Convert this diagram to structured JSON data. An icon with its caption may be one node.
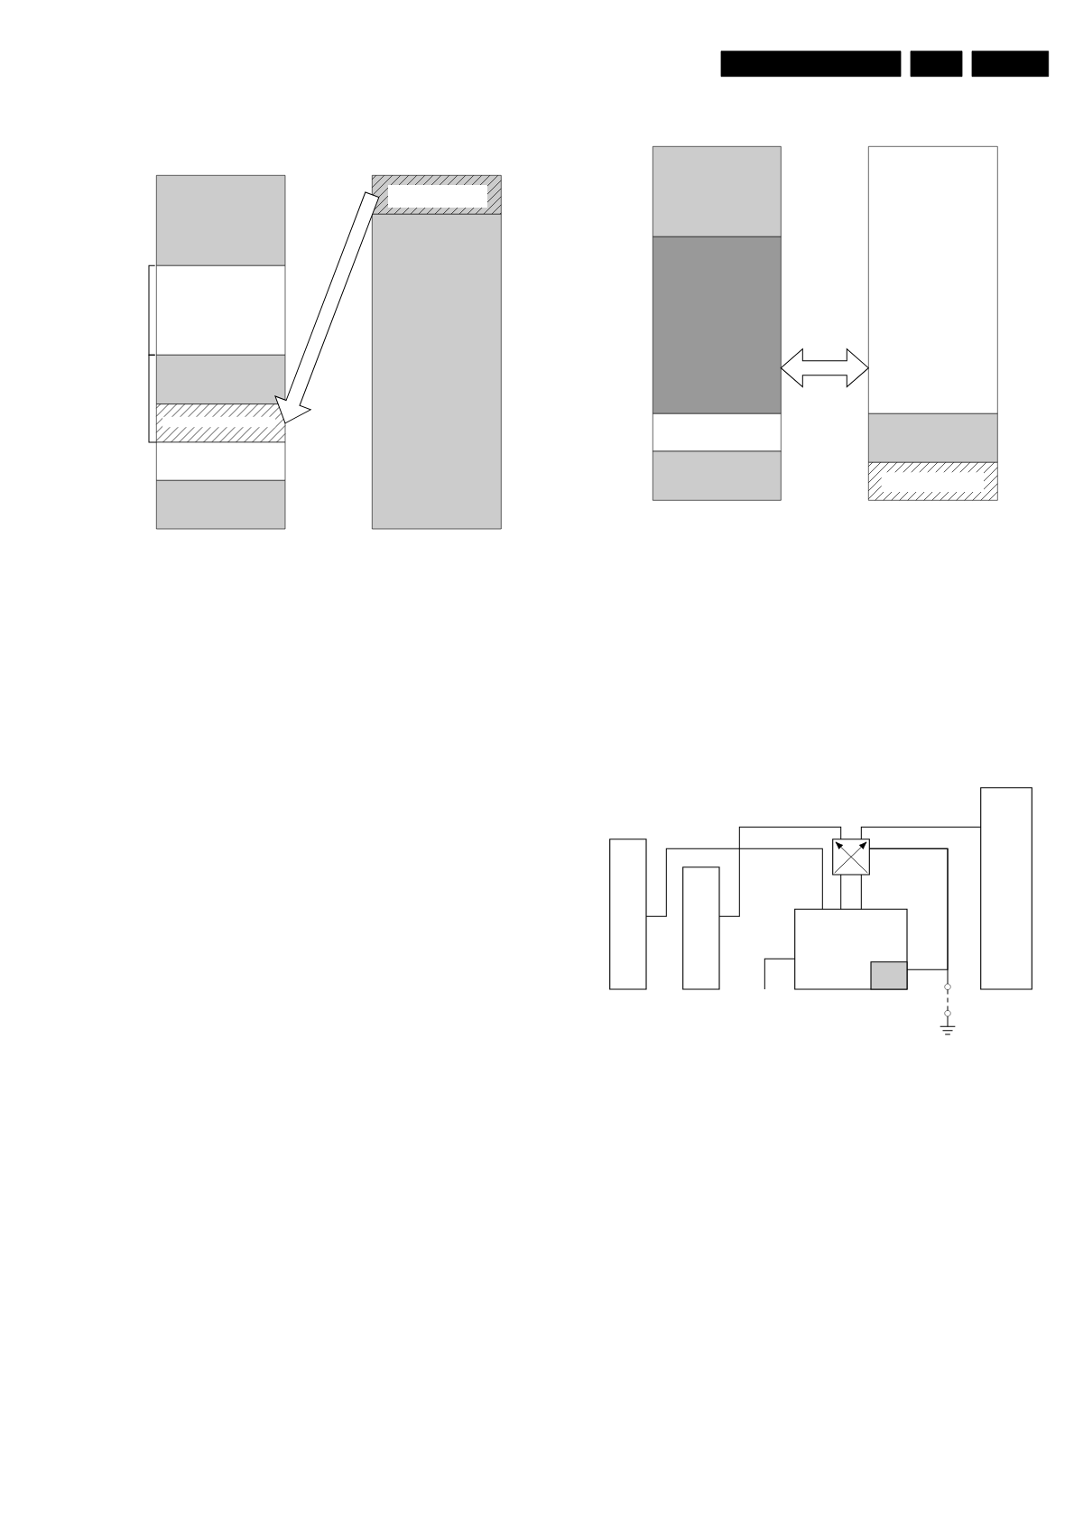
{
  "diagram": {
    "nodes": [
      {
        "text": [],
        "shape": "bar"
      },
      {
        "text": [],
        "shape": "bar"
      },
      {
        "text": [],
        "shape": "bar"
      },
      {
        "text": [],
        "shape": "box"
      },
      {
        "text": [],
        "shape": "box"
      },
      {
        "text": [],
        "shape": "box"
      },
      {
        "text": [],
        "shape": "box"
      },
      {
        "text": [],
        "shape": "box",
        "in": 6
      },
      {
        "text": [],
        "shape": "box"
      },
      {
        "text": [],
        "shape": "box"
      },
      {
        "text": [],
        "shape": "box"
      },
      {
        "text": [],
        "shape": "box",
        "in": 10
      },
      {
        "text": [],
        "shape": "box"
      },
      {
        "text": [],
        "shape": "box"
      },
      {
        "text": [],
        "shape": "box"
      },
      {
        "text": [],
        "shape": "box"
      },
      {
        "text": [],
        "shape": "box"
      },
      {
        "text": [],
        "shape": "box"
      },
      {
        "text": [],
        "shape": "box"
      },
      {
        "text": [],
        "shape": "box"
      },
      {
        "text": [],
        "shape": "box",
        "in": 19
      },
      {
        "text": [],
        "shape": "box"
      },
      {
        "text": [],
        "shape": "box"
      },
      {
        "text": [],
        "shape": "box"
      },
      {
        "text": [],
        "shape": "box"
      },
      {
        "text": [],
        "shape": "box",
        "in": 23
      },
      {
        "text": [],
        "shape": "circle"
      },
      {
        "text": [],
        "shape": "circle"
      },
      {
        "text": [],
        "shape": "ground"
      },
      {
        "text": [],
        "shape": "box"
      }
    ],
    "edges": [
      {
        "from": 10,
        "to": 6,
        "arrow": "to",
        "style": "thick"
      },
      {
        "from": 14,
        "to": 17,
        "arrow": "both",
        "style": "thick"
      },
      {
        "from": 21,
        "to": 23,
        "arrow": "none"
      },
      {
        "from": 22,
        "to": 24,
        "arrow": "none"
      },
      {
        "from": 24,
        "to": 23,
        "arrow": "none"
      },
      {
        "from": 24,
        "to": 23,
        "arrow": "none"
      },
      {
        "from": 24,
        "to": 29,
        "arrow": "none"
      },
      {
        "from": 24,
        "to": 25,
        "arrow": "none"
      },
      {
        "from": 24,
        "to": 26,
        "arrow": "none"
      },
      {
        "from": 26,
        "to": 27,
        "arrow": "none",
        "style": "dashed"
      },
      {
        "from": 27,
        "to": 28,
        "arrow": "none"
      },
      {
        "from": 23,
        "to": null,
        "arrow": "none"
      }
    ]
  }
}
